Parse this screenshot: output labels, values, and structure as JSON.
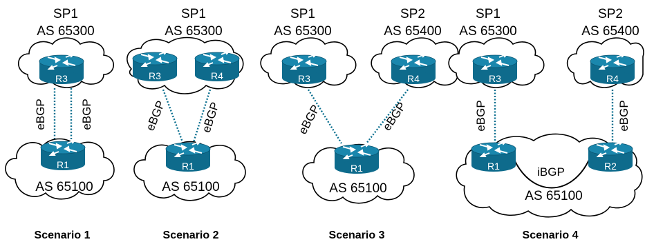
{
  "scenarios": [
    {
      "title": "Scenario 1",
      "providers": [
        {
          "name": "SP1",
          "as": "AS 65300",
          "routers": [
            "R3"
          ]
        }
      ],
      "customer": {
        "as": "AS 65100",
        "routers": [
          "R1"
        ]
      },
      "links": [
        "eBGP",
        "eBGP"
      ]
    },
    {
      "title": "Scenario 2",
      "providers": [
        {
          "name": "SP1",
          "as": "AS 65300",
          "routers": [
            "R3",
            "R4"
          ]
        }
      ],
      "customer": {
        "as": "AS 65100",
        "routers": [
          "R1"
        ]
      },
      "links": [
        "eBGP",
        "eBGP"
      ]
    },
    {
      "title": "Scenario 3",
      "providers": [
        {
          "name": "SP1",
          "as": "AS 65300",
          "routers": [
            "R3"
          ]
        },
        {
          "name": "SP2",
          "as": "AS 65400",
          "routers": [
            "R4"
          ]
        }
      ],
      "customer": {
        "as": "AS 65100",
        "routers": [
          "R1"
        ]
      },
      "links": [
        "eBGP",
        "eBGP"
      ]
    },
    {
      "title": "Scenario 4",
      "providers": [
        {
          "name": "SP1",
          "as": "AS 65300",
          "routers": [
            "R3"
          ]
        },
        {
          "name": "SP2",
          "as": "AS 65400",
          "routers": [
            "R4"
          ]
        }
      ],
      "customer": {
        "as": "AS 65100",
        "routers": [
          "R1",
          "R2"
        ],
        "internal_link": "iBGP"
      },
      "links": [
        "eBGP",
        "eBGP"
      ]
    }
  ],
  "colors": {
    "router_body": "#0e6b8c",
    "router_top": "#1a87ad",
    "link": "#0a6f8f"
  }
}
